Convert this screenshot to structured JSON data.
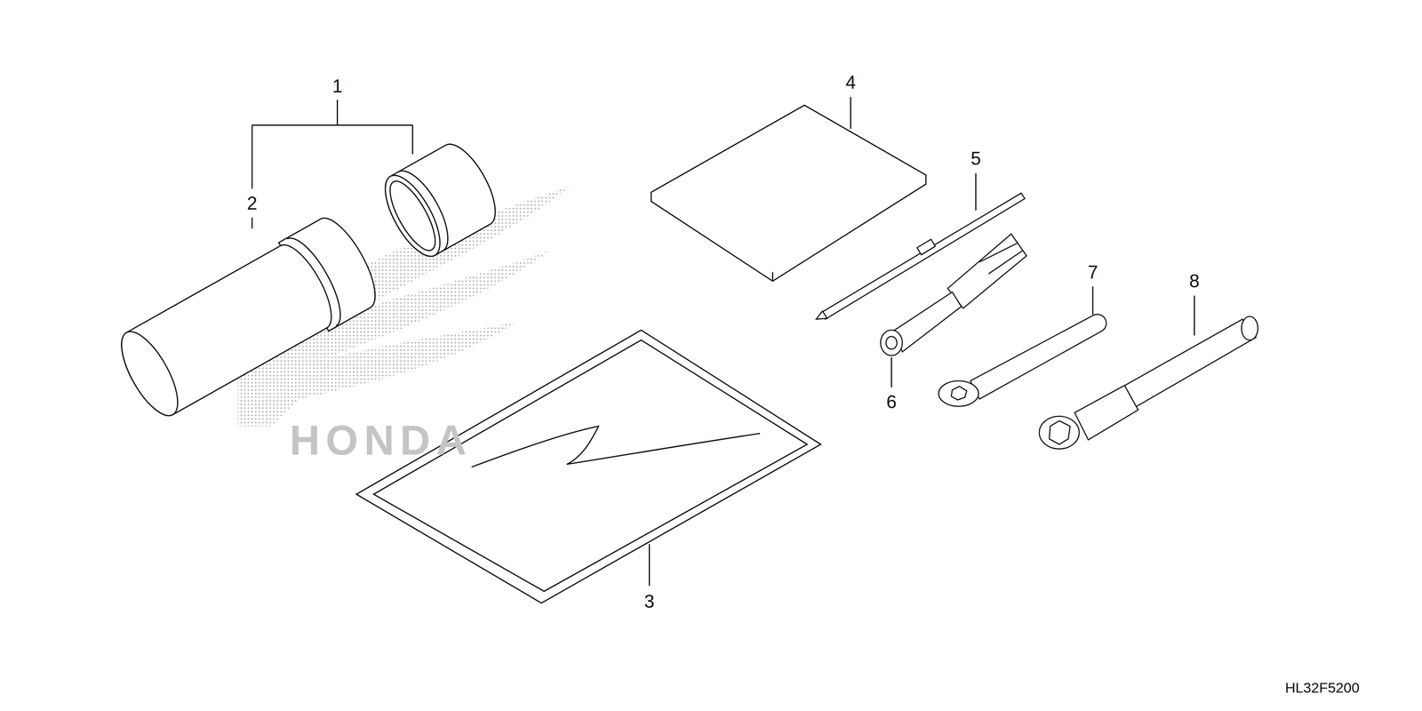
{
  "diagram": {
    "labels": [
      "1",
      "2",
      "3",
      "4",
      "5",
      "6",
      "7",
      "8",
      "HONDA",
      "HL32F5200"
    ]
  }
}
